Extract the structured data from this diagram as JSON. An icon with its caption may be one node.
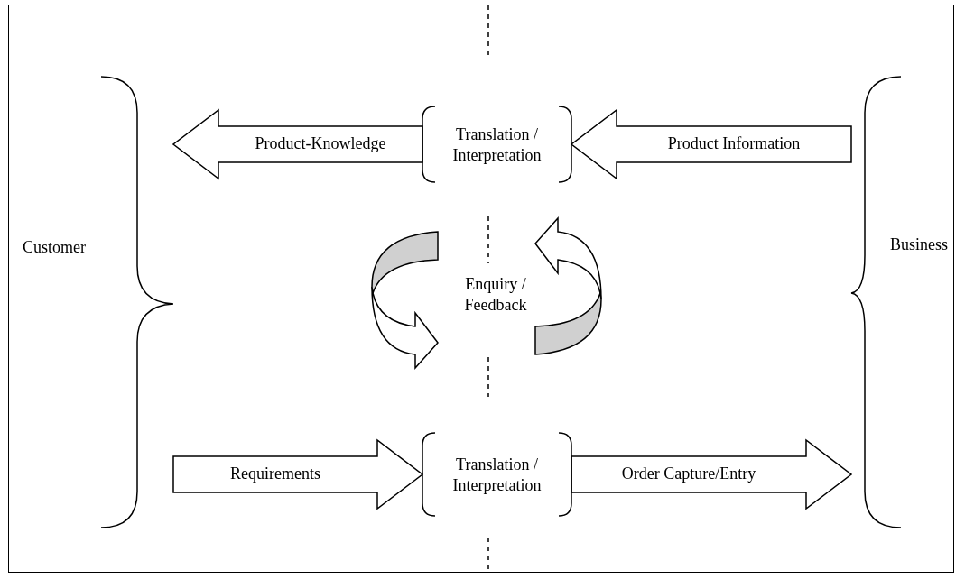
{
  "diagram": {
    "nodes": [
      {
        "text": [
          "Customer"
        ]
      },
      {
        "text": [
          "Business"
        ]
      },
      {
        "text": [
          "Translation / Interpretation"
        ]
      },
      {
        "text": [
          "Translation / Interpretation"
        ]
      },
      {
        "text": [
          "Enquiry / Feedback"
        ]
      }
    ],
    "edges": [
      {
        "from": 2,
        "to": 0,
        "arrow": "to",
        "label": "Product-Knowledge"
      },
      {
        "from": 1,
        "to": 2,
        "arrow": "to",
        "label": "Product Information"
      },
      {
        "from": 0,
        "to": 3,
        "arrow": "to",
        "label": "Requirements"
      },
      {
        "from": 3,
        "to": 1,
        "arrow": "to",
        "label": "Order Capture/Entry"
      }
    ]
  }
}
